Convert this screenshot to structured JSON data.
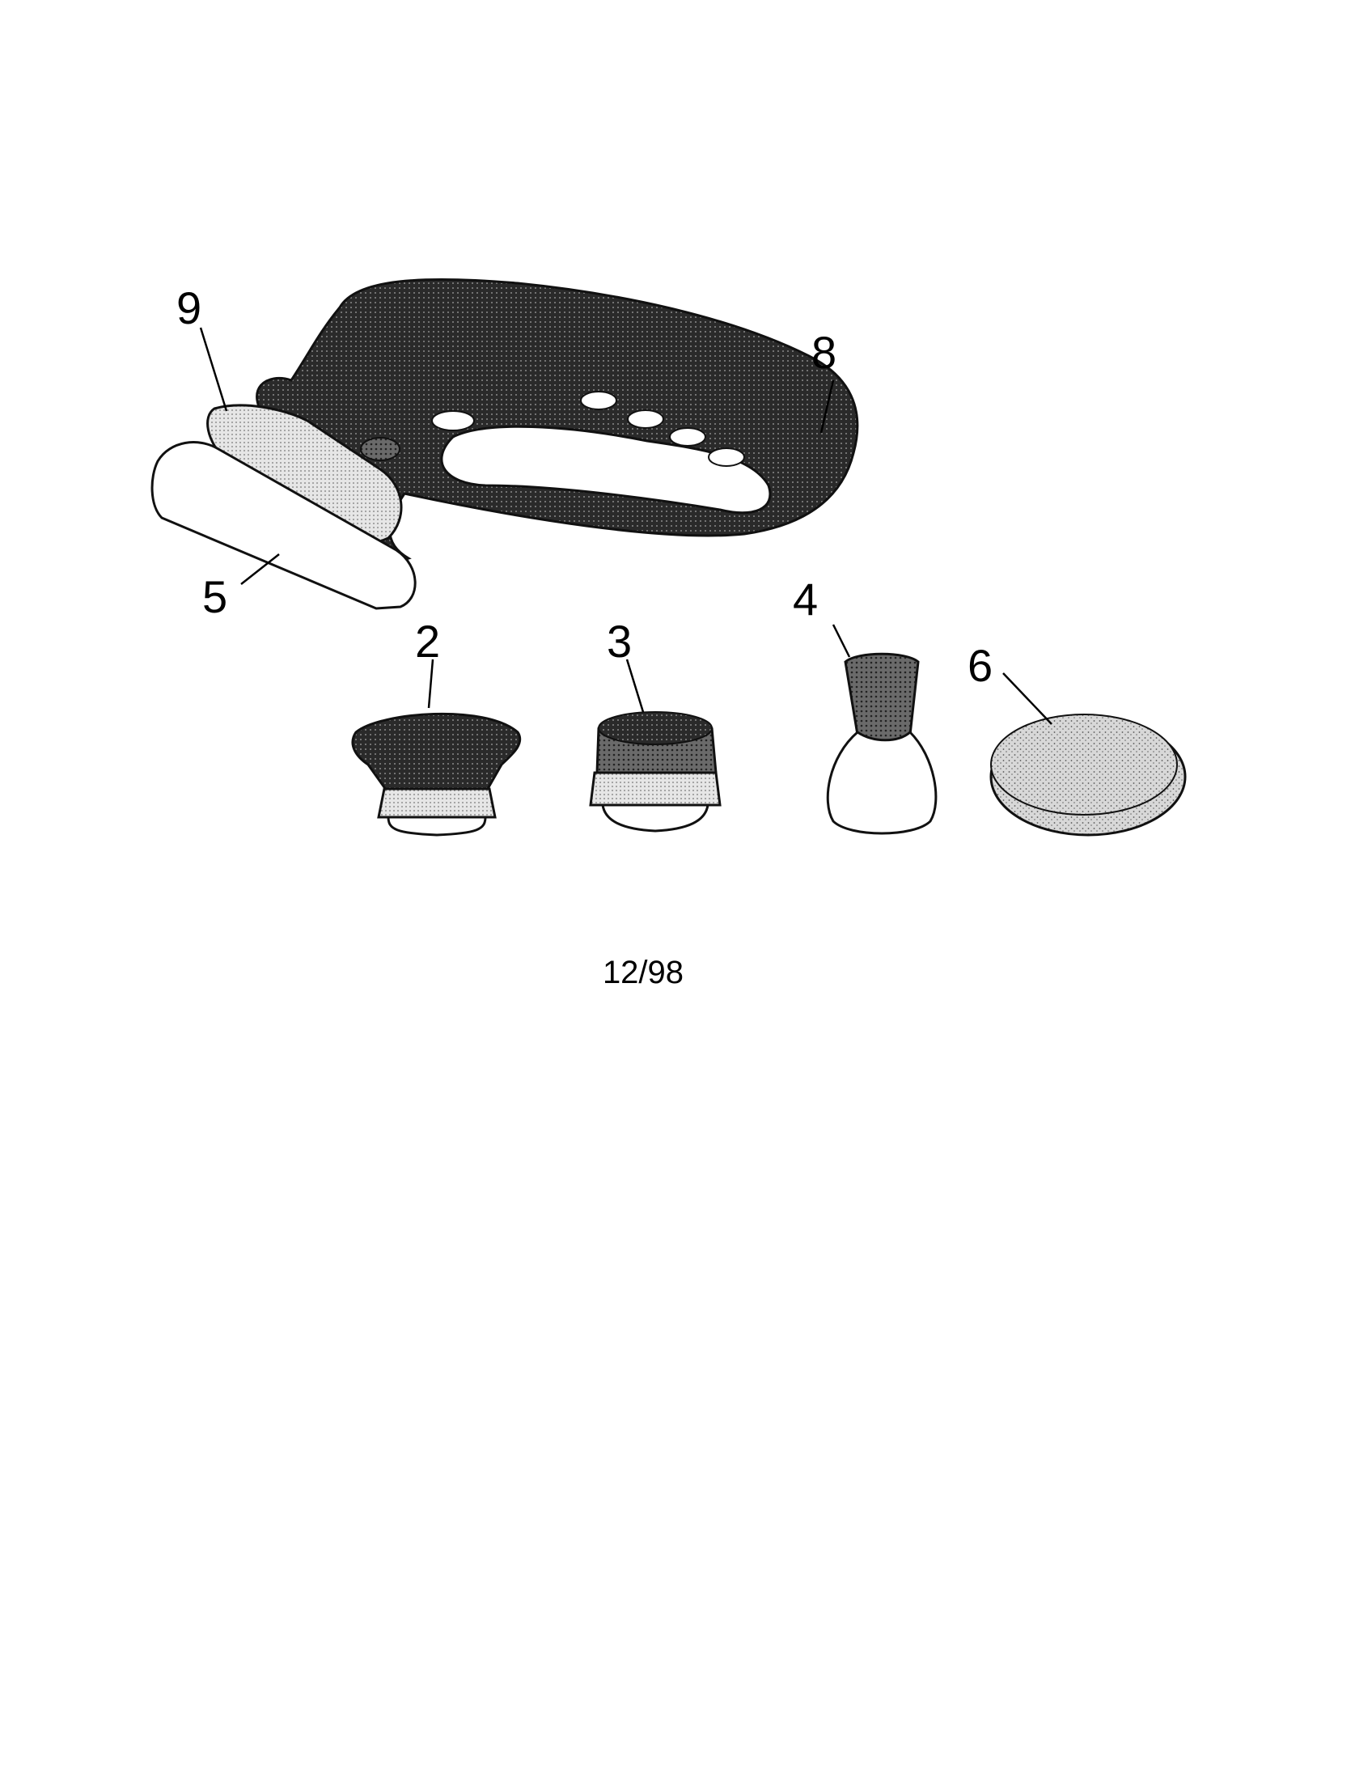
{
  "callouts": {
    "handle": "8",
    "head_collar": "9",
    "pad_holder": "5",
    "brush_flared": "2",
    "brush_ring": "3",
    "brush_small": "4",
    "sponge_pad": "6"
  },
  "footer": {
    "date_code": "12/98"
  }
}
